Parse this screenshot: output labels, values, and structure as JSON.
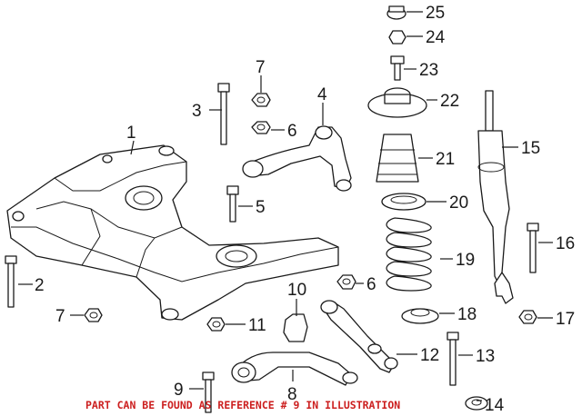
{
  "diagram": {
    "callouts": [
      {
        "id": "1",
        "label": "1"
      },
      {
        "id": "2",
        "label": "2"
      },
      {
        "id": "3",
        "label": "3"
      },
      {
        "id": "4",
        "label": "4"
      },
      {
        "id": "5",
        "label": "5"
      },
      {
        "id": "6a",
        "label": "6"
      },
      {
        "id": "6b",
        "label": "6"
      },
      {
        "id": "7a",
        "label": "7"
      },
      {
        "id": "7b",
        "label": "7"
      },
      {
        "id": "8",
        "label": "8"
      },
      {
        "id": "9",
        "label": "9"
      },
      {
        "id": "10",
        "label": "10"
      },
      {
        "id": "11",
        "label": "11"
      },
      {
        "id": "12",
        "label": "12"
      },
      {
        "id": "13",
        "label": "13"
      },
      {
        "id": "14",
        "label": "14"
      },
      {
        "id": "15",
        "label": "15"
      },
      {
        "id": "16",
        "label": "16"
      },
      {
        "id": "17",
        "label": "17"
      },
      {
        "id": "18",
        "label": "18"
      },
      {
        "id": "19",
        "label": "19"
      },
      {
        "id": "20",
        "label": "20"
      },
      {
        "id": "21",
        "label": "21"
      },
      {
        "id": "22",
        "label": "22"
      },
      {
        "id": "23",
        "label": "23"
      },
      {
        "id": "24",
        "label": "24"
      },
      {
        "id": "25",
        "label": "25"
      }
    ],
    "notice": "PART CAN BE FOUND AS REFERENCE # 9 IN ILLUSTRATION",
    "notice_color": "#cc1f1f"
  }
}
